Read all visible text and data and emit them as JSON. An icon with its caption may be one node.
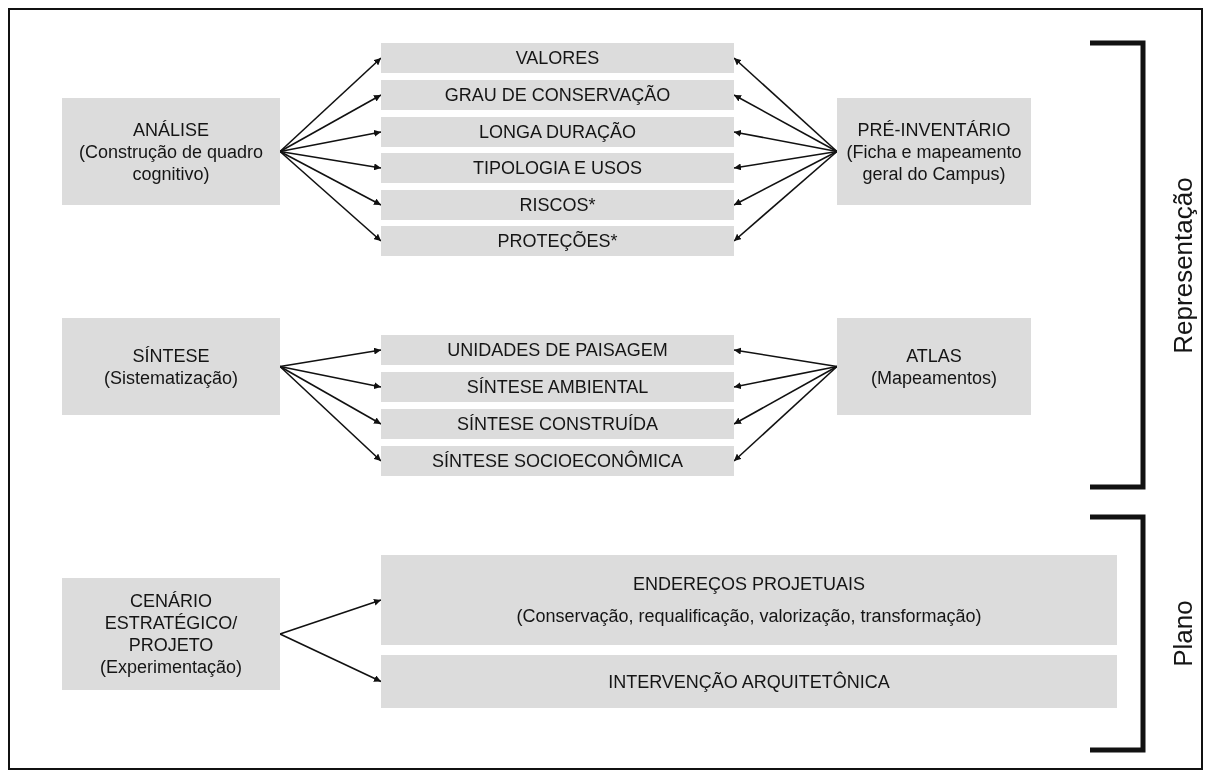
{
  "diagram": {
    "nodes": [
      {
        "text": [
          "ANÁLISE",
          "(Construção de quadro cognitivo)"
        ]
      },
      {
        "text": [
          "VALORES"
        ]
      },
      {
        "text": [
          "GRAU DE CONSERVAÇÃO"
        ]
      },
      {
        "text": [
          "LONGA DURAÇÃO"
        ]
      },
      {
        "text": [
          "TIPOLOGIA E USOS"
        ]
      },
      {
        "text": [
          "RISCOS*"
        ]
      },
      {
        "text": [
          "PROTEÇÕES*"
        ]
      },
      {
        "text": [
          "PRÉ-INVENTÁRIO",
          "(Ficha e mapeamento geral do Campus)"
        ]
      },
      {
        "text": [
          "SÍNTESE",
          "(Sistematização)"
        ]
      },
      {
        "text": [
          "UNIDADES DE PAISAGEM"
        ]
      },
      {
        "text": [
          "SÍNTESE AMBIENTAL"
        ]
      },
      {
        "text": [
          "SÍNTESE CONSTRUÍDA"
        ]
      },
      {
        "text": [
          "SÍNTESE SOCIOECONÔMICA"
        ]
      },
      {
        "text": [
          "ATLAS",
          "(Mapeamentos)"
        ]
      },
      {
        "text": [
          "CENÁRIO ESTRATÉGICO/ PROJETO",
          "(Experimentação)"
        ]
      },
      {
        "text": [
          "ENDEREÇOS PROJETUAIS",
          "(Conservação, requalificação, valorização, transformação)"
        ]
      },
      {
        "text": [
          "INTERVENÇÃO ARQUITETÔNICA"
        ]
      }
    ],
    "edges": [
      {
        "from": 0,
        "to": 1,
        "arrow": "to"
      },
      {
        "from": 0,
        "to": 2,
        "arrow": "to"
      },
      {
        "from": 0,
        "to": 3,
        "arrow": "to"
      },
      {
        "from": 0,
        "to": 4,
        "arrow": "to"
      },
      {
        "from": 0,
        "to": 5,
        "arrow": "to"
      },
      {
        "from": 0,
        "to": 6,
        "arrow": "to"
      },
      {
        "from": 7,
        "to": 1,
        "arrow": "to"
      },
      {
        "from": 7,
        "to": 2,
        "arrow": "to"
      },
      {
        "from": 7,
        "to": 3,
        "arrow": "to"
      },
      {
        "from": 7,
        "to": 4,
        "arrow": "to"
      },
      {
        "from": 7,
        "to": 5,
        "arrow": "to"
      },
      {
        "from": 7,
        "to": 6,
        "arrow": "to"
      },
      {
        "from": 8,
        "to": 9,
        "arrow": "to"
      },
      {
        "from": 8,
        "to": 10,
        "arrow": "to"
      },
      {
        "from": 8,
        "to": 11,
        "arrow": "to"
      },
      {
        "from": 8,
        "to": 12,
        "arrow": "to"
      },
      {
        "from": 13,
        "to": 9,
        "arrow": "to"
      },
      {
        "from": 13,
        "to": 10,
        "arrow": "to"
      },
      {
        "from": 13,
        "to": 11,
        "arrow": "to"
      },
      {
        "from": 13,
        "to": 12,
        "arrow": "to"
      },
      {
        "from": 14,
        "to": 15,
        "arrow": "to"
      },
      {
        "from": 14,
        "to": 16,
        "arrow": "to"
      }
    ],
    "labels": [
      "Representação",
      "Plano"
    ]
  }
}
